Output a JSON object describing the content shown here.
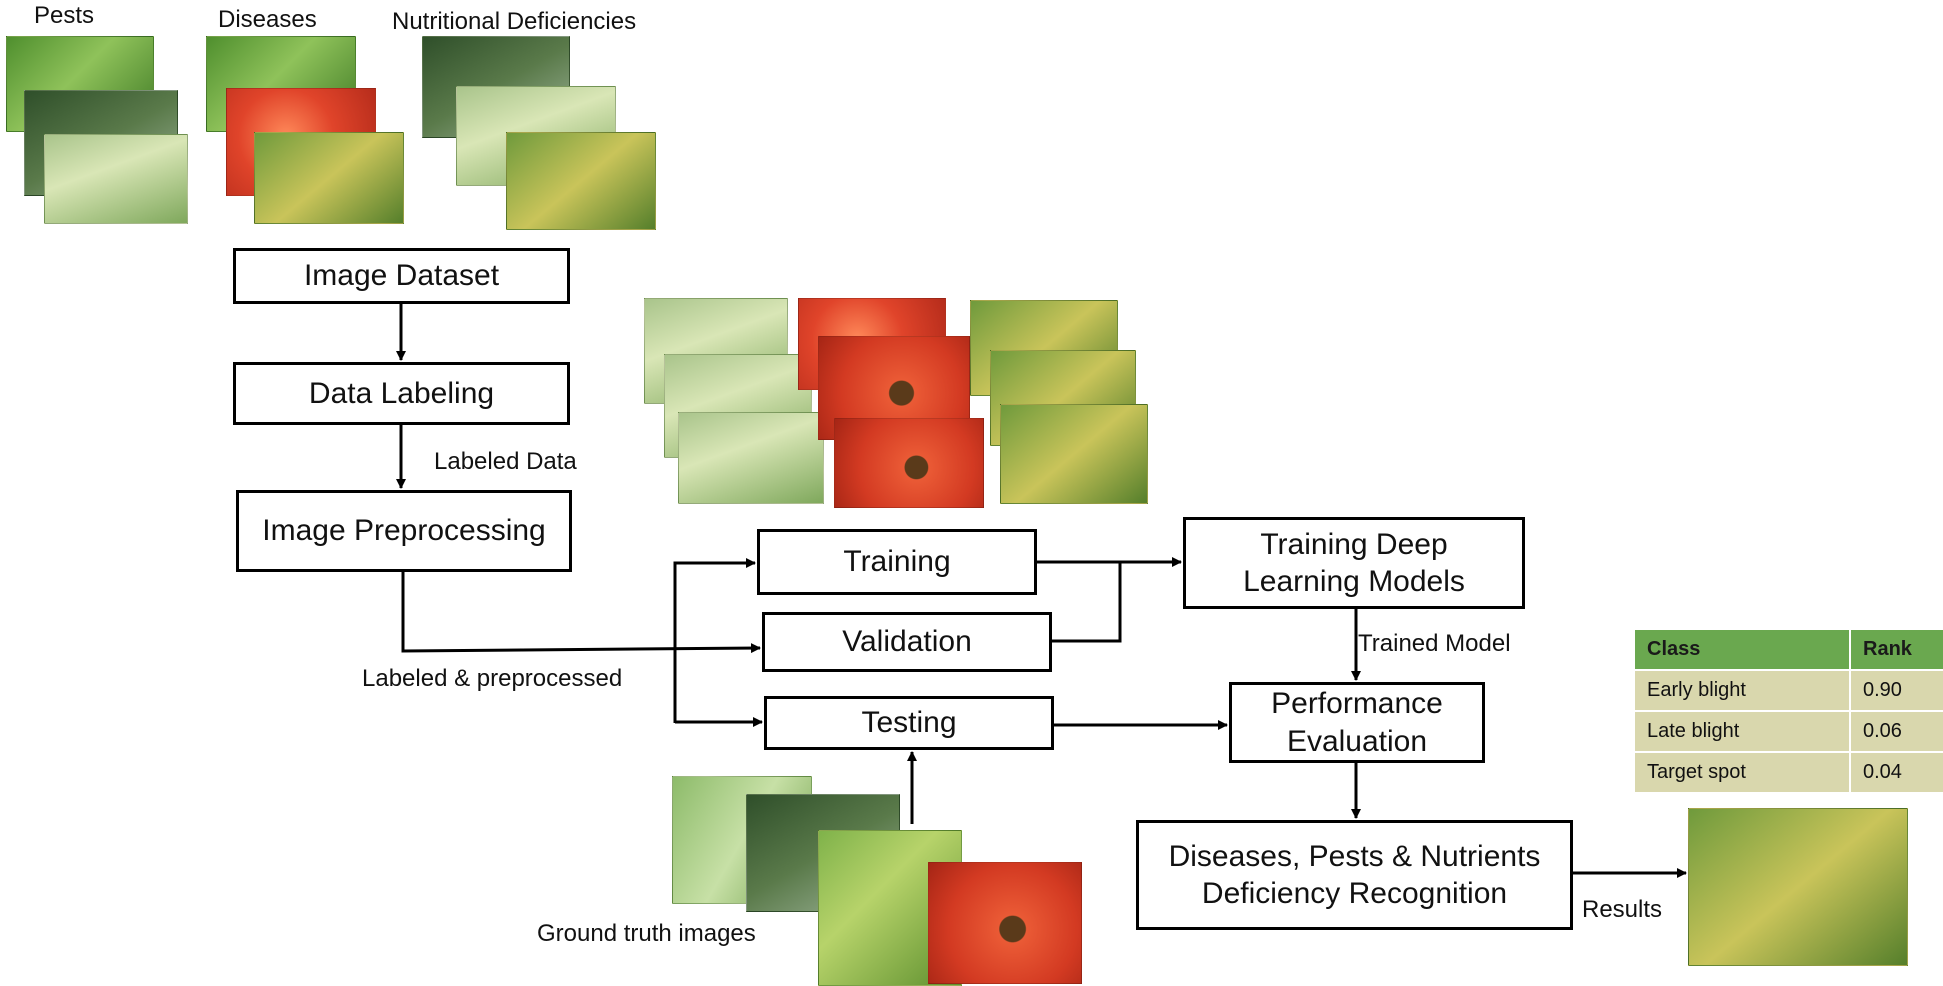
{
  "categories": {
    "pests": "Pests",
    "diseases": "Diseases",
    "nutritional": "Nutritional Deficiencies"
  },
  "steps": {
    "image_dataset": "Image Dataset",
    "data_labeling": "Data Labeling",
    "image_preprocessing": "Image Preprocessing",
    "training": "Training",
    "validation": "Validation",
    "testing": "Testing",
    "training_models_line1": "Training Deep",
    "training_models_line2": "Learning Models",
    "performance_line1": "Performance",
    "performance_line2": "Evaluation",
    "recognition_line1": "Diseases, Pests & Nutrients",
    "recognition_line2": "Deficiency Recognition"
  },
  "edge_labels": {
    "labeled_data": "Labeled Data",
    "labeled_preprocessed": "Labeled & preprocessed",
    "trained_model": "Trained Model",
    "ground_truth": "Ground truth images",
    "results": "Results"
  },
  "results_table": {
    "headers": [
      "Class",
      "Rank"
    ],
    "rows": [
      [
        "Early blight",
        "0.90"
      ],
      [
        "Late blight",
        "0.06"
      ],
      [
        "Target spot",
        "0.04"
      ]
    ],
    "header_color": "#6aa84f",
    "cell_color": "#d9d7ad"
  }
}
